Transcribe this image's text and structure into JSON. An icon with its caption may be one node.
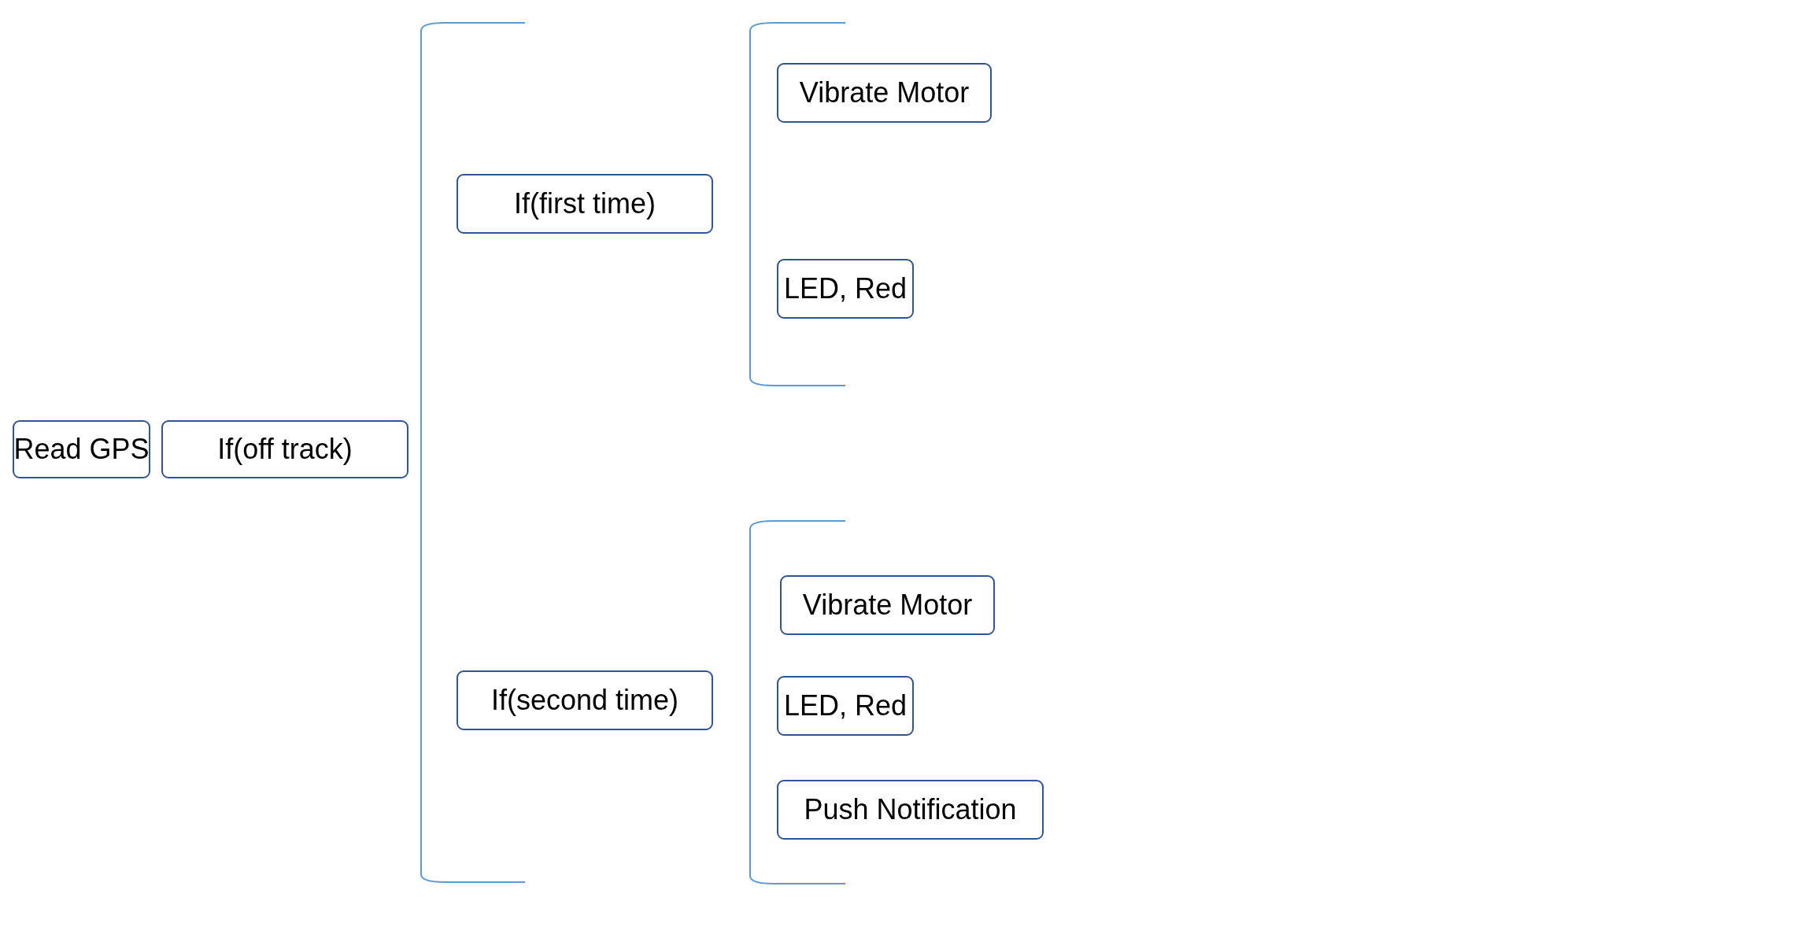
{
  "diagram": {
    "nodes": [
      {
        "text": [
          "Read GPS"
        ]
      },
      {
        "text": [
          "If(off track)"
        ]
      },
      {
        "text": [
          "If(first time)"
        ]
      },
      {
        "text": [
          "Vibrate Motor"
        ]
      },
      {
        "text": [
          "LED, Red"
        ]
      },
      {
        "text": [
          "If(second time)"
        ]
      },
      {
        "text": [
          "Vibrate Motor"
        ]
      },
      {
        "text": [
          "LED, Red"
        ]
      },
      {
        "text": [
          "Push Notification"
        ]
      }
    ]
  }
}
